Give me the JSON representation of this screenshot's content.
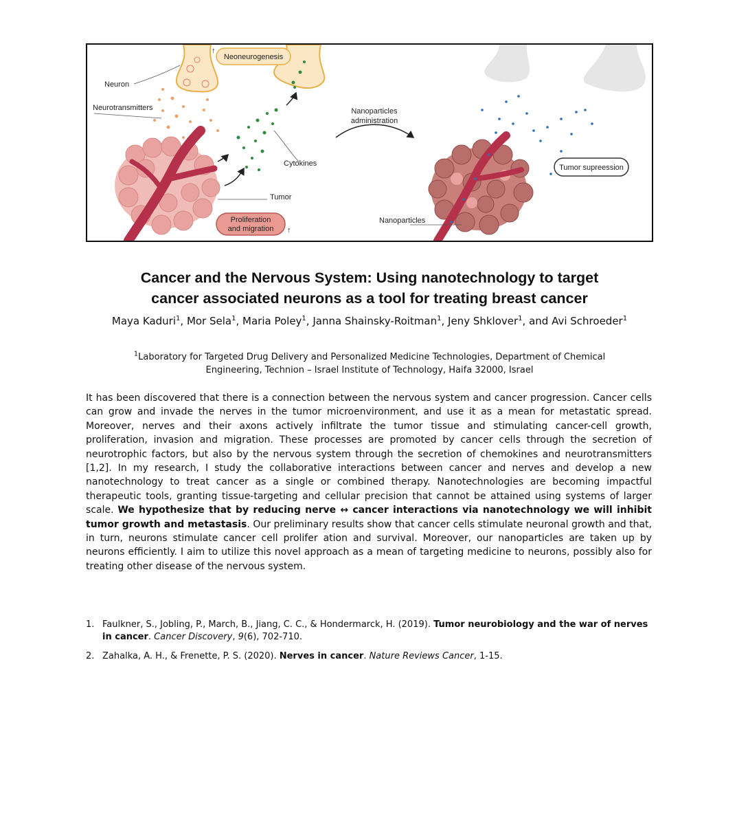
{
  "figure": {
    "labels": {
      "neoneurogenesis": "Neoneurogenesis",
      "neuron": "Neuron",
      "neurotransmitters": "Neurotransmitters",
      "nanoparticles_admin_1": "Nanoparticles",
      "nanoparticles_admin_2": "administration",
      "cytokines": "Cytokines",
      "tumor_suppression": "Tumor supreession",
      "tumor": "Tumor",
      "proliferation_1": "Proliferation",
      "proliferation_2": "and migration",
      "nanoparticles": "Nanoparticles",
      "up_arrow": "↑"
    },
    "colors": {
      "neuron_fill": "#fbe7c3",
      "neuron_stroke": "#e8b04a",
      "tumor_cell": "#e8a3a0",
      "tumor_cell_dark": "#9c5b55",
      "vessel": "#b5314b",
      "cytokine": "#2f8a3c",
      "neurotransmitter": "#f0a26b",
      "nanoparticle": "#2f6fb0",
      "prolif_badge": "#e99a92",
      "neuron_grey": "#e6e6e6"
    }
  },
  "title": {
    "line1": "Cancer and the Nervous System:  Using nanotechnology to target",
    "line2": "cancer associated neurons as a tool for treating breast cancer"
  },
  "authors": {
    "a1": "Maya Kaduri",
    "a2": "Mor Sela",
    "a3": "Maria Poley",
    "a4": "Janna Shainsky-Roitman",
    "a5": "Jeny Shklover",
    "a6": "Avi Schroeder",
    "sup": "1",
    "sep": ", ",
    "and": ", and "
  },
  "affiliation": {
    "sup": "1",
    "line1": "Laboratory for Targeted Drug Delivery and Personalized Medicine Technologies, Department of Chemical",
    "line2": "Engineering, Technion – Israel Institute of Technology, Haifa 32000, Israel"
  },
  "abstract": {
    "part1": "It has been discovered that there is a connection between the nervous system and cancer progression. Cancer cells can grow and invade the nerves in the tumor microenvironment, and use it as a mean for metastatic spread. Moreover, nerves and their axons actively infiltrate the tumor tissue and stimulating cancer-cell growth, proliferation, invasion and migration. These processes are promoted by cancer cells through the secretion of neurotrophic factors, but also by the nervous system through the secretion of chemokines and neurotransmitters [1,2]. In my research, I study the collaborative interactions between cancer and nerves and develop a new nanotechnology to treat cancer as a single or combined therapy. Nanotechnologies are becoming impactful therapeutic tools, granting tissue-targeting and cellular precision that cannot be attained using systems of larger scale. ",
    "bold": "We hypothesize that by reducing nerve ↔ cancer interactions via nanotechnology we will inhibit tumor growth and metastasis",
    "part2": ". Our preliminary results show that cancer cells stimulate neuronal growth and that, in turn, neurons stimulate cancer cell prolifer ation and survival. Moreover, our nanoparticles are taken up by neurons efficiently. I aim to utilize this novel approach as a mean of targeting medicine to neurons, possibly also for treating other disease of the nervous system."
  },
  "references": [
    {
      "num": "1.",
      "authors": "Faulkner, S., Jobling, P., March, B., Jiang, C. C., & Hondermarck, H. (2019). ",
      "title": "Tumor neurobiology and the war of nerves in cancer",
      "sep": ". ",
      "journal": "Cancer Discovery",
      "details_pre": ", ",
      "volume": "9",
      "details": "(6), 702-710."
    },
    {
      "num": "2.",
      "authors": "Zahalka, A. H., & Frenette, P. S. (2020). ",
      "title": "Nerves in cancer",
      "sep": ". ",
      "journal": "Nature Reviews Cancer",
      "details_pre": "",
      "volume": "",
      "details": ", 1-15."
    }
  ]
}
